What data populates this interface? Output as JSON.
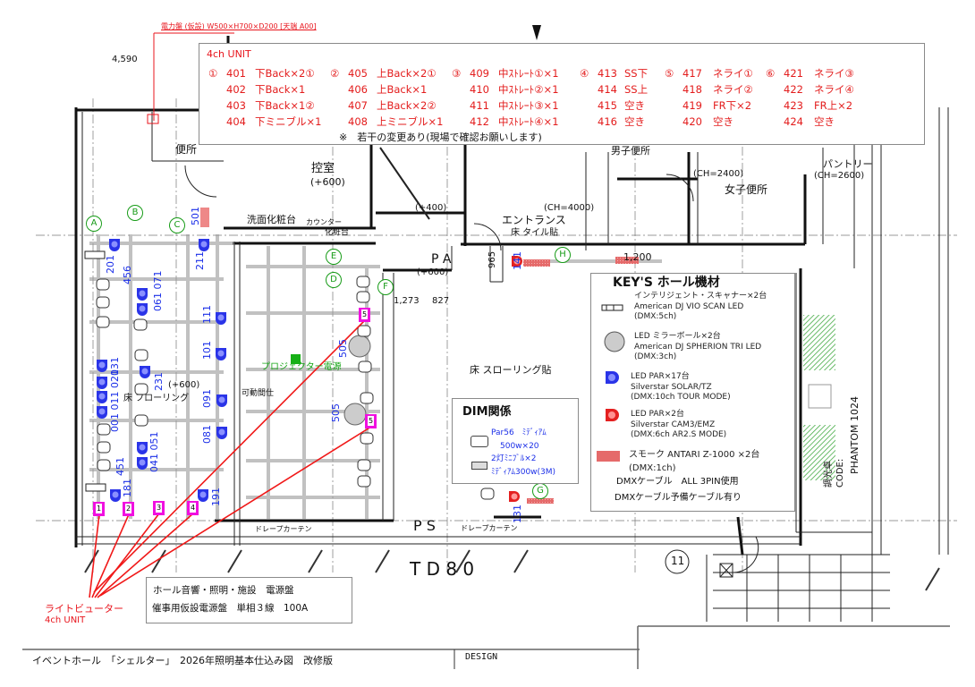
{
  "drawing": {
    "panel_note": "電力盤 (仮設) W500×H700×D200 [天端 A00]",
    "dim_top": "4,590",
    "rooms": {
      "toilet": "便所",
      "waiting_room": "控室",
      "waiting_room_level": "(+600)",
      "vanity": "洗面化粧台",
      "counter": "カウンター",
      "dresser": "化粧台",
      "level_400": "(+400)",
      "entrance": "エントランス",
      "entrance_floor": "床 タイル貼",
      "ch_4000": "(CH=4000)",
      "mens_toilet": "男子便所",
      "ch_2400": "(CH=2400)",
      "womens_toilet": "女子便所",
      "pantry": "パントリー",
      "ch_2600": "(CH=2600)",
      "pa": "P A",
      "pa_level": "(+600)",
      "floor_main": "床 スローリング貼",
      "stage_floor": "床 フローリング",
      "stage_level": "(+600)",
      "ps": "P S",
      "td80": "T D 8 0",
      "drape1": "ドレープカーテン",
      "drape2": "ドレープカーテン",
      "storage": "可動間仕",
      "grid_11": "11"
    },
    "dims": {
      "d1273": "1,273",
      "d1200": "1,200",
      "d965": "965",
      "d27": "827"
    },
    "projector_power": "プロジェクター電源",
    "grid_labels": [
      "A",
      "B",
      "C",
      "D",
      "E",
      "F",
      "G",
      "H"
    ],
    "fixture_numbers": [
      "201",
      "456",
      "061 071",
      "211",
      "111",
      "101",
      "031",
      "001 011 021",
      "231",
      "091",
      "081",
      "041 051",
      "451",
      "181",
      "191",
      "501",
      "505",
      "505",
      "141",
      "131"
    ],
    "dimmer_ports": [
      "1",
      "2",
      "3",
      "4",
      "5",
      "5"
    ],
    "console": {
      "label": "調光卓",
      "code": "CODE:",
      "model": "PHANTOM 1024"
    },
    "lightputer": {
      "line1": "ライトビューター",
      "line2": "4ch UNIT"
    }
  },
  "unit_box": {
    "title": "4ch UNIT",
    "groups": [
      {
        "mark": "①",
        "rows": [
          [
            "401",
            "下Back×2①"
          ],
          [
            "402",
            "下Back×1"
          ],
          [
            "403",
            "下Back×1②"
          ],
          [
            "404",
            "下ミニブル×1"
          ]
        ]
      },
      {
        "mark": "②",
        "rows": [
          [
            "405",
            "上Back×2①"
          ],
          [
            "406",
            "上Back×1"
          ],
          [
            "407",
            "上Back×2②"
          ],
          [
            "408",
            "上ミニブル×1"
          ]
        ]
      },
      {
        "mark": "③",
        "rows": [
          [
            "409",
            "中ｽﾄﾚｰﾄ①×1"
          ],
          [
            "410",
            "中ｽﾄﾚｰﾄ②×1"
          ],
          [
            "411",
            "中ｽﾄﾚｰﾄ③×1"
          ],
          [
            "412",
            "中ｽﾄﾚｰﾄ④×1"
          ]
        ]
      },
      {
        "mark": "④",
        "rows": [
          [
            "413",
            "SS下"
          ],
          [
            "414",
            "SS上"
          ],
          [
            "415",
            "空き"
          ],
          [
            "416",
            "空き"
          ]
        ]
      },
      {
        "mark": "⑤",
        "rows": [
          [
            "417",
            "ネライ①"
          ],
          [
            "418",
            "ネライ②"
          ],
          [
            "419",
            "FR下×2"
          ],
          [
            "420",
            "空き"
          ]
        ]
      },
      {
        "mark": "⑥",
        "rows": [
          [
            "421",
            "ネライ③"
          ],
          [
            "422",
            "ネライ④"
          ],
          [
            "423",
            "FR上×2"
          ],
          [
            "424",
            "空き"
          ]
        ]
      }
    ],
    "note": "※　若干の変更あり(現場で確認お願いします)"
  },
  "keys_box": {
    "title": "KEY'S ホール機材",
    "items": [
      {
        "icon": "scanner-icon",
        "lines": [
          "インテリジェント・スキャナー×2台",
          "American DJ VIO SCAN LED",
          "(DMX:5ch)"
        ]
      },
      {
        "icon": "mirror-ball-icon",
        "lines": [
          "LED ミラーボール×2台",
          "American DJ SPHERION TRI LED",
          "(DMX:3ch)"
        ]
      },
      {
        "icon": "blue-par-icon",
        "lines": [
          "LED PAR×17台",
          "Silverstar  SOLAR/TZ",
          "(DMX:10ch TOUR MODE)"
        ]
      },
      {
        "icon": "red-par-icon",
        "lines": [
          "LED PAR×2台",
          "Silverstar  CAM3/EMZ",
          "(DMX:6ch AR2.S MODE)"
        ]
      },
      {
        "icon": "smoke-icon",
        "lines": [
          "スモーク ANTARI Z-1000 ×2台",
          "(DMX:1ch)"
        ]
      }
    ],
    "cable1": "DMXケーブル　ALL 3PIN使用",
    "cable2": "DMXケーブル予備ケーブル有り"
  },
  "dim_box": {
    "title": "DIM関係",
    "par56_1": "Par56　ﾐﾃﾞｨｱﾑ",
    "par56_2": "500w×20",
    "mini_1": "2灯ﾐﾆﾌﾞﾙ×2",
    "mini_2": "ﾐﾃﾞｨｱﾑ300w(3M)"
  },
  "power_box": {
    "line1": "ホール音響・照明・施設　電源盤",
    "line2": "催事用仮設電源盤　単相３線　100A"
  },
  "title_block": {
    "title": "イベントホール　「シェルター」　2026年照明基本仕込み図　改修版",
    "design": "DESIGN"
  },
  "colors": {
    "red": "#e8141c",
    "blue": "#1a2ee8",
    "green": "#16a616",
    "magenta": "#f010e0"
  }
}
